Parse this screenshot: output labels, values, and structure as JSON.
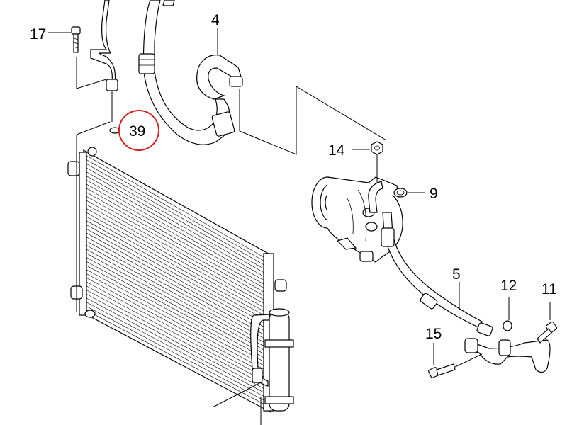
{
  "diagram": {
    "highlight_color": "#d62020",
    "callouts": [
      {
        "id": "17",
        "label": "17"
      },
      {
        "id": "4",
        "label": "4"
      },
      {
        "id": "39",
        "label": "39",
        "highlighted": true
      },
      {
        "id": "14",
        "label": "14"
      },
      {
        "id": "9",
        "label": "9"
      },
      {
        "id": "5",
        "label": "5"
      },
      {
        "id": "12",
        "label": "12"
      },
      {
        "id": "11",
        "label": "11"
      },
      {
        "id": "15",
        "label": "15"
      }
    ]
  }
}
